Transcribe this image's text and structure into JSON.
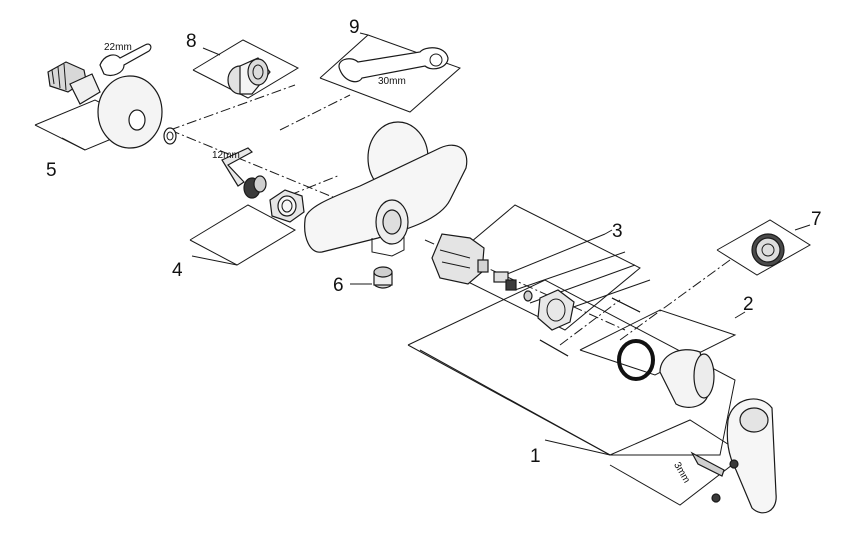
{
  "labels": {
    "part_1": "1",
    "part_2": "2",
    "part_3": "3",
    "part_4": "4",
    "part_5": "5",
    "part_6": "6",
    "part_7": "7",
    "part_8": "8",
    "part_9": "9"
  },
  "dimensions": {
    "wrench_22": "22mm",
    "hex_key_12": "12mm",
    "wrench_30": "30mm",
    "hex_key_3": "3mm"
  },
  "colors": {
    "line": "#1a1a1a",
    "fill_light": "#f4f4f4",
    "fill_mid": "#cfcfcf",
    "fill_dark": "#3a3a3a"
  }
}
